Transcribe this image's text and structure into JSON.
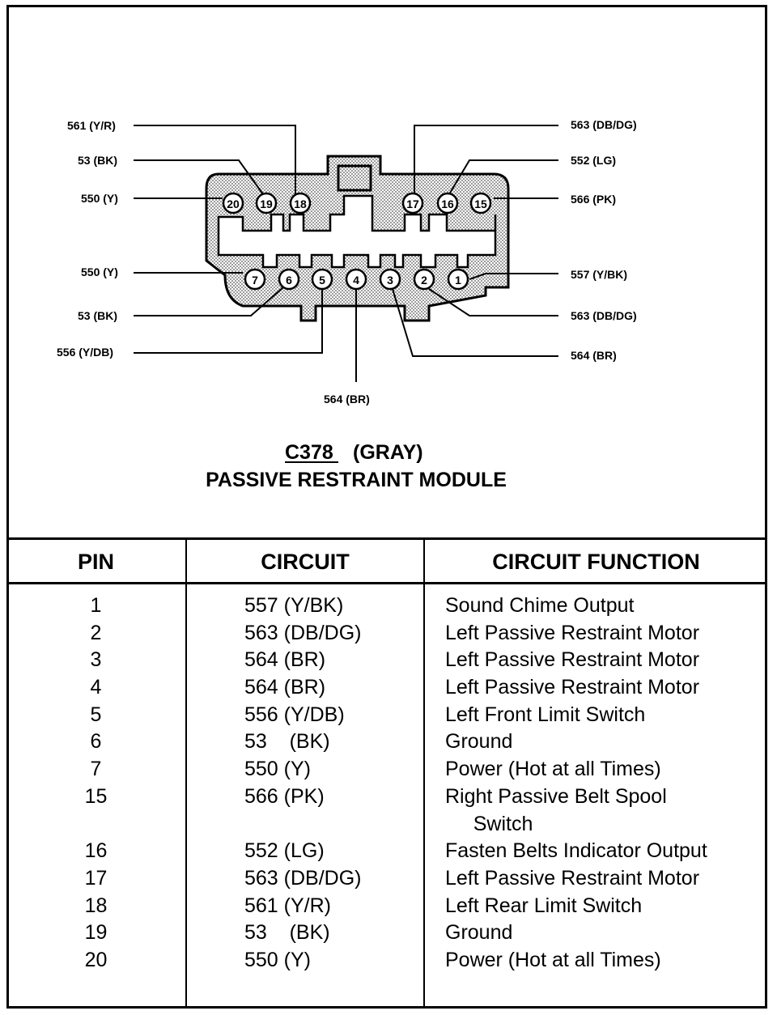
{
  "connector": {
    "id": "C378",
    "color": "(GRAY)",
    "name": "PASSIVE RESTRAINT MODULE"
  },
  "callouts": {
    "p18": "561 (Y/R)",
    "p19": "53 (BK)",
    "p20": "550 (Y)",
    "p17": "563 (DB/DG)",
    "p16": "552 (LG)",
    "p15": "566 (PK)",
    "p7": "550 (Y)",
    "p6": "53 (BK)",
    "p5": "556 (Y/DB)",
    "p4": "564 (BR)",
    "p3": "564 (BR)",
    "p2": "563 (DB/DG)",
    "p1": "557 (Y/BK)"
  },
  "pins": [
    "20",
    "19",
    "18",
    "17",
    "16",
    "15",
    "7",
    "6",
    "5",
    "4",
    "3",
    "2",
    "1"
  ],
  "table": {
    "headers": [
      "PIN",
      "CIRCUIT",
      "CIRCUIT FUNCTION"
    ],
    "rows": [
      {
        "pin": "1",
        "circuit": "557 (Y/BK)",
        "function": "Sound Chime Output"
      },
      {
        "pin": "2",
        "circuit": "563 (DB/DG)",
        "function": "Left Passive Restraint Motor"
      },
      {
        "pin": "3",
        "circuit": "564 (BR)",
        "function": "Left Passive Restraint Motor"
      },
      {
        "pin": "4",
        "circuit": "564 (BR)",
        "function": "Left Passive Restraint Motor"
      },
      {
        "pin": "5",
        "circuit": "556 (Y/DB)",
        "function": "Left Front Limit Switch"
      },
      {
        "pin": "6",
        "circuit": "53    (BK)",
        "function": "Ground"
      },
      {
        "pin": "7",
        "circuit": "550 (Y)",
        "function": "Power (Hot at all Times)"
      },
      {
        "pin": "15",
        "circuit": "566 (PK)",
        "function": "Right Passive Belt Spool"
      },
      {
        "pin": "",
        "circuit": "",
        "function": "     Switch"
      },
      {
        "pin": "16",
        "circuit": "552 (LG)",
        "function": "Fasten Belts Indicator Output"
      },
      {
        "pin": "17",
        "circuit": "563 (DB/DG)",
        "function": "Left Passive Restraint Motor"
      },
      {
        "pin": "18",
        "circuit": "561 (Y/R)",
        "function": "Left Rear Limit Switch"
      },
      {
        "pin": "19",
        "circuit": "53    (BK)",
        "function": "Ground"
      },
      {
        "pin": "20",
        "circuit": "550 (Y)",
        "function": "Power (Hot at all Times)"
      }
    ]
  }
}
